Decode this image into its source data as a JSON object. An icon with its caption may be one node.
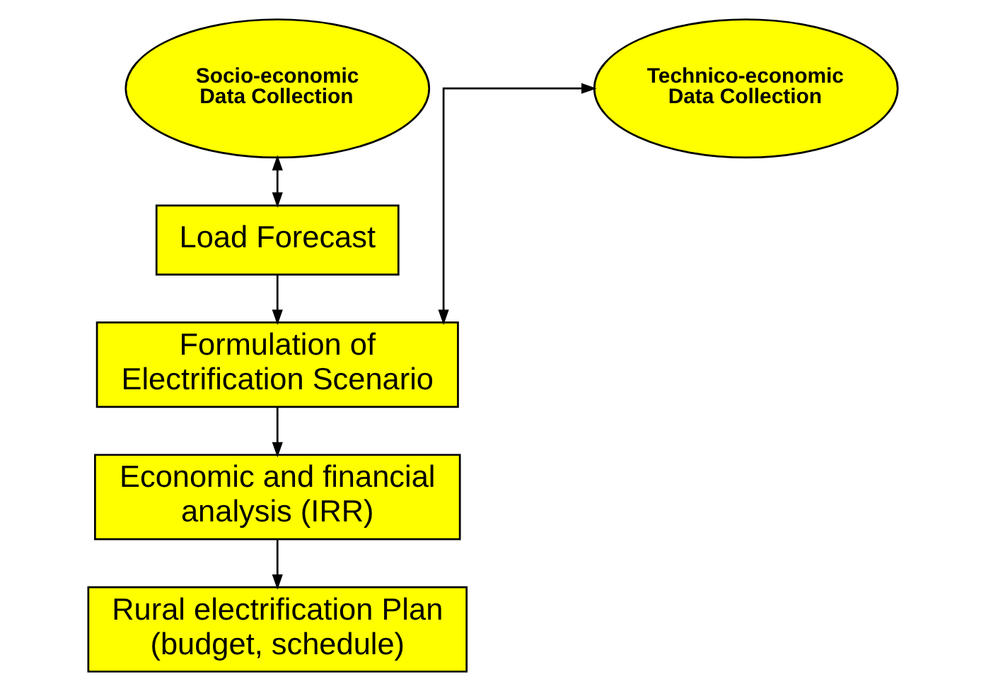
{
  "diagram": {
    "nodes": [
      {
        "text": [
          "Socio-economic Data Collection"
        ]
      },
      {
        "text": [
          "Technico-economic Data Collection"
        ]
      },
      {
        "text": [
          "Load Forecast"
        ]
      },
      {
        "text": [
          "Formulation of Electrification Scenario"
        ]
      },
      {
        "text": [
          "Economic and financial analysis (IRR)"
        ]
      },
      {
        "text": [
          "Rural electrification Plan (budget, schedule)"
        ]
      }
    ],
    "edges": [
      {
        "from": 0,
        "to": 2,
        "arrow": "both"
      },
      {
        "from": 2,
        "to": 3,
        "arrow": "to"
      },
      {
        "from": 3,
        "to": 1,
        "arrow": "both"
      },
      {
        "from": 3,
        "to": 4,
        "arrow": "to"
      },
      {
        "from": 4,
        "to": 5,
        "arrow": "to"
      }
    ]
  }
}
